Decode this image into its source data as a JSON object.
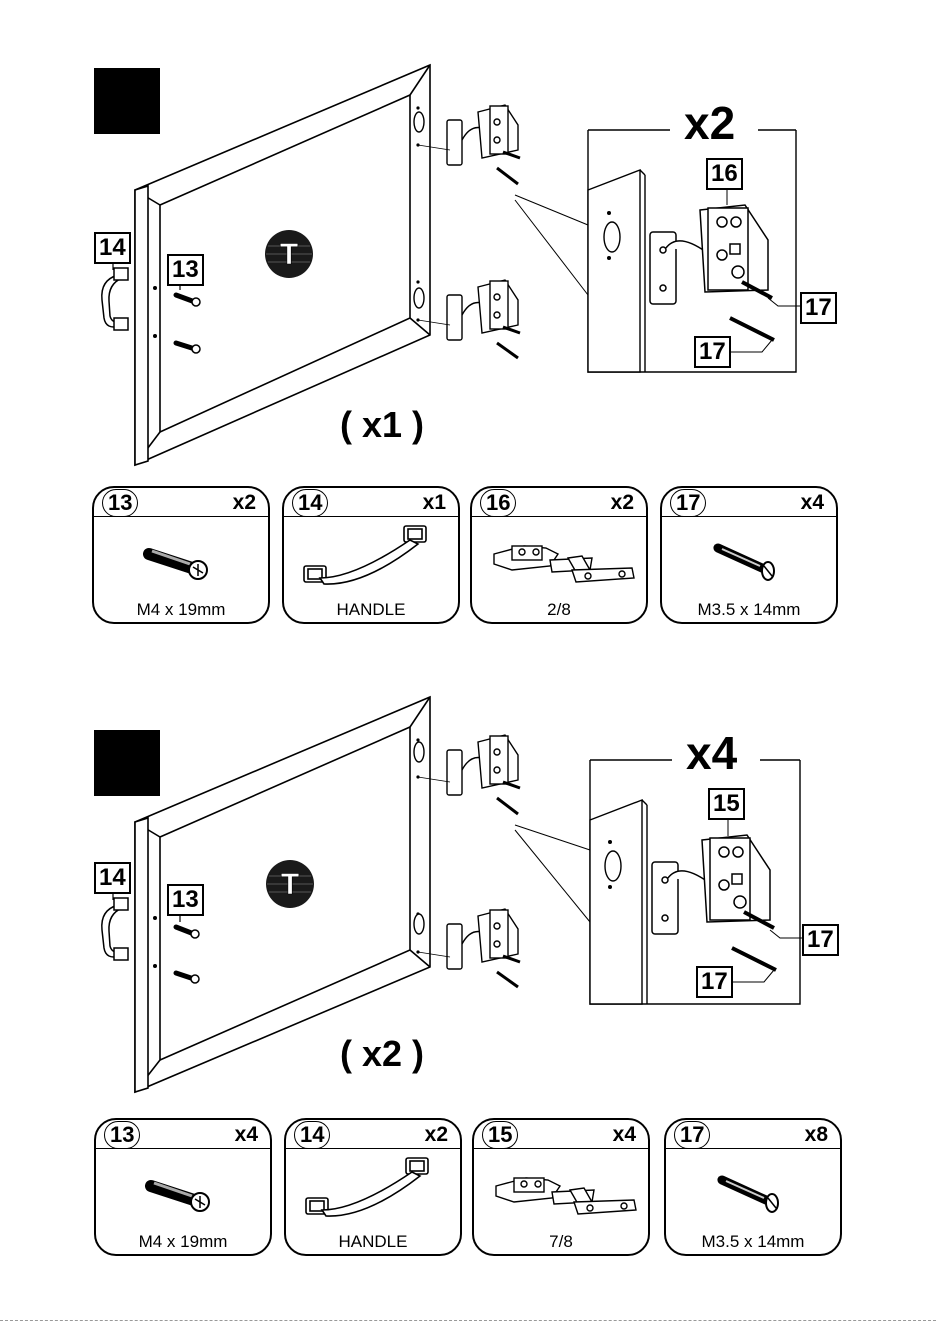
{
  "steps": [
    {
      "multiplier": "x2",
      "quantity": "( x1 )",
      "door_mark": "T",
      "tags": {
        "handle": "14",
        "screw": "13",
        "hinge": "16",
        "hinge_screw_a": "17",
        "hinge_screw_b": "17"
      },
      "parts": [
        {
          "number": "13",
          "count": "x2",
          "label": "M4 x 19mm",
          "icon": "bolt-icon"
        },
        {
          "number": "14",
          "count": "x1",
          "label": "HANDLE",
          "icon": "handle-icon"
        },
        {
          "number": "16",
          "count": "x2",
          "label": "2/8",
          "icon": "hinge-icon"
        },
        {
          "number": "17",
          "count": "x4",
          "label": "M3.5 x 14mm",
          "icon": "wood-screw-icon"
        }
      ]
    },
    {
      "multiplier": "x4",
      "quantity": "( x2 )",
      "door_mark": "T",
      "tags": {
        "handle": "14",
        "screw": "13",
        "hinge": "15",
        "hinge_screw_a": "17",
        "hinge_screw_b": "17"
      },
      "parts": [
        {
          "number": "13",
          "count": "x4",
          "label": "M4 x 19mm",
          "icon": "bolt-icon"
        },
        {
          "number": "14",
          "count": "x2",
          "label": "HANDLE",
          "icon": "handle-icon"
        },
        {
          "number": "15",
          "count": "x4",
          "label": "7/8",
          "icon": "hinge-icon"
        },
        {
          "number": "17",
          "count": "x8",
          "label": "M3.5 x 14mm",
          "icon": "wood-screw-icon"
        }
      ]
    }
  ]
}
